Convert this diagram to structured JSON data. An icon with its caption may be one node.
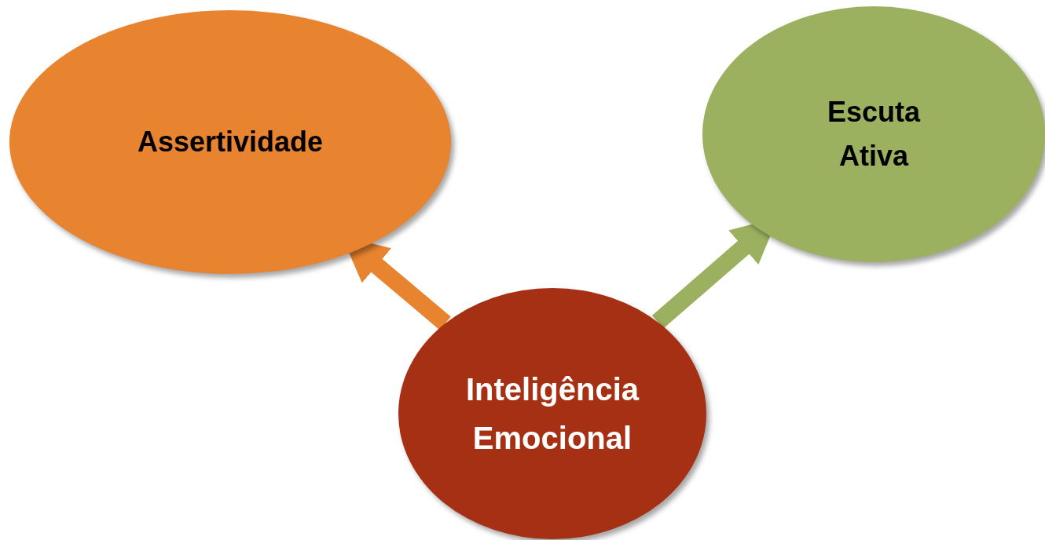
{
  "diagram": {
    "nodes": [
      {
        "text": [
          "Assertividade"
        ]
      },
      {
        "text": [
          "Escuta Ativa"
        ]
      },
      {
        "text": [
          "Inteligência Emocional"
        ]
      }
    ],
    "edges": [
      {
        "from": 2,
        "to": 0,
        "arrow": "to",
        "color": "#e8832f"
      },
      {
        "from": 2,
        "to": 1,
        "arrow": "to",
        "color": "#9bb15f"
      }
    ]
  }
}
